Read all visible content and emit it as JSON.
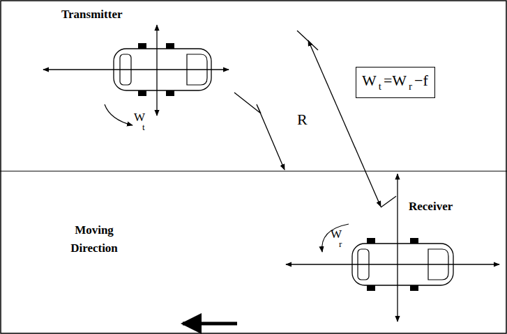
{
  "diagram": {
    "nodes": [
      {
        "text": [
          "W",
          "t",
          "=W",
          "r",
          "−f"
        ]
      }
    ],
    "labels": [
      "Transmitter",
      "W",
      "t",
      "R",
      "Receiver",
      "W",
      "r",
      "Moving Direction"
    ]
  }
}
